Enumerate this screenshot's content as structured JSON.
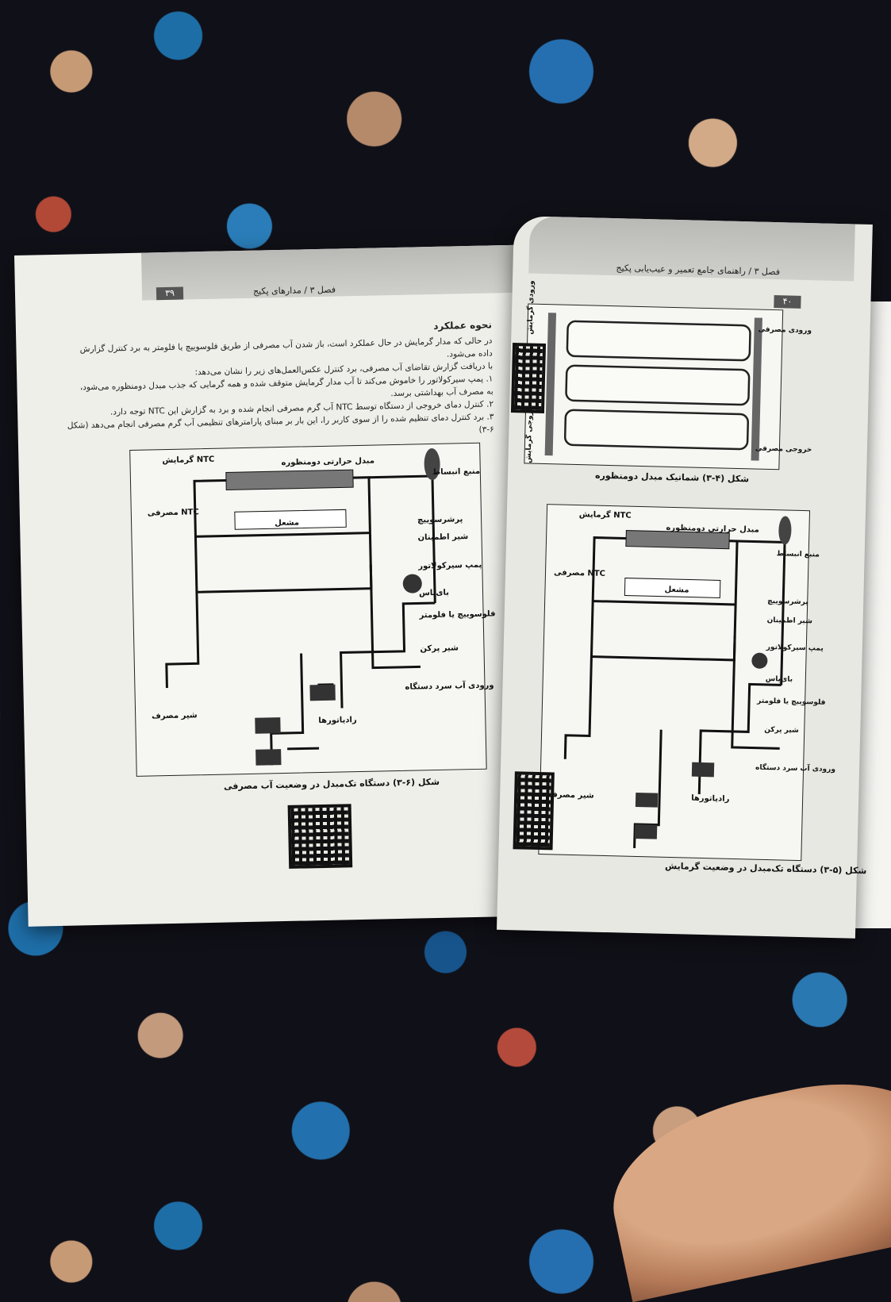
{
  "left_page": {
    "header_chapter": "فصل ۳ / مدارهای پکیج",
    "page_number": "۳۹",
    "section_title": "نحوه عملکرد",
    "paragraphs": [
      "در حالی که مدار گرمایش در حال عملکرد است، باز شدن آب مصرفی از طریق فلوسوییچ یا فلومتر به برد کنترل گزارش",
      "داده می‌شود.",
      "با دریافت گزارش تقاضای آب مصرفی، برد کنترل عکس‌العمل‌های زیر را نشان می‌دهد:",
      "۱. پمپ سیرکولاتور را خاموش می‌کند تا آب مدار گرمایش متوقف شده و همه گرمایی که جذب مبدل دومنظوره می‌شود،",
      "به مصرف آب بهداشتی برسد.",
      "۲. کنترل دمای خروجی از دستگاه توسط NTC آب گرم مصرفی انجام شده و برد به گزارش این NTC توجه دارد.",
      "۳. برد کنترل دمای تنظیم شده را از سوی کاربر را، این بار بر مبنای پارامترهای تنظیمی آب گرم مصرفی انجام می‌دهد (شکل",
      "۳-۶)"
    ],
    "diagram_labels": {
      "ntc_heating": "NTC گرمایش",
      "dual_exchanger": "مبدل حرارتی دومنظوره",
      "expansion_tank": "منبع انبساط",
      "ntc_dhw": "NTC مصرفی",
      "pressure_switch": "پرشرسوییچ",
      "safety_valve": "شیر اطمینان",
      "burner": "مشعل",
      "pump": "پمپ سیرکولاتور",
      "bypass": "بای‌پاس",
      "flow_switch": "فلوسوییچ یا فلومتر",
      "fill_valve": "شیر پرکن",
      "cold_inlet": "ورودی آب سرد دستگاه",
      "radiators": "رادیاتورها",
      "tap": "شیر مصرف"
    },
    "figure_caption": "شکل (۶-۳) دستگاه تک‌مبدل در وضعیت آب مصرفی"
  },
  "right_page": {
    "header_chapter": "فصل ۳ / راهنمای جامع تعمیر و عیب‌یابی پکیج",
    "page_number": "۴۰",
    "top_labels": {
      "inlet_dhw": "ورودی مصرفی",
      "outlet_dhw": "خروجی مصرفی",
      "inlet_heating": "ورودی گرمایش",
      "outlet_heating": "خروجی گرمایش"
    },
    "top_caption": "شکل (۴-۳) شماتیک مبدل دومنظوره",
    "diagram_labels": {
      "ntc_heating": "NTC گرمایش",
      "dual_exchanger": "مبدل حرارتی دومنظوره",
      "expansion_tank": "منبع انبساط",
      "ntc_dhw": "NTC مصرفی",
      "pressure_switch": "پرشرسوییچ",
      "safety_valve": "شیر اطمینان",
      "burner": "مشعل",
      "pump": "پمپ سیرکولاتور",
      "bypass": "بای‌پاس",
      "flow_switch": "فلوسوییچ یا فلومتر",
      "fill_valve": "شیر پرکن",
      "cold_inlet": "ورودی آب سرد دستگاه",
      "radiators": "رادیاتورها",
      "tap": "شیر مصرف"
    },
    "figure_caption": "شکل (۵-۳) دستگاه تک‌مبدل در وضعیت گرمایش"
  }
}
